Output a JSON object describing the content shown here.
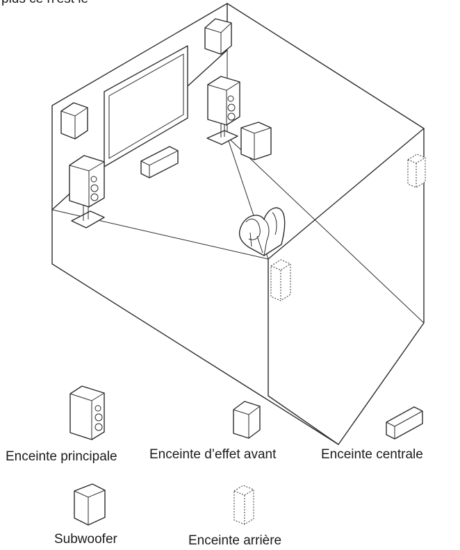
{
  "header": {
    "cut_text": "plus ce n'est le"
  },
  "legend": {
    "main_speaker": "Enceinte principale",
    "front_effect_speaker": "Enceinte d’effet avant",
    "center_speaker": "Enceinte centrale",
    "subwoofer": "Subwoofer",
    "rear_speaker": "Enceinte arrière"
  },
  "colors": {
    "line": "#2a2a2a",
    "background": "#ffffff"
  }
}
